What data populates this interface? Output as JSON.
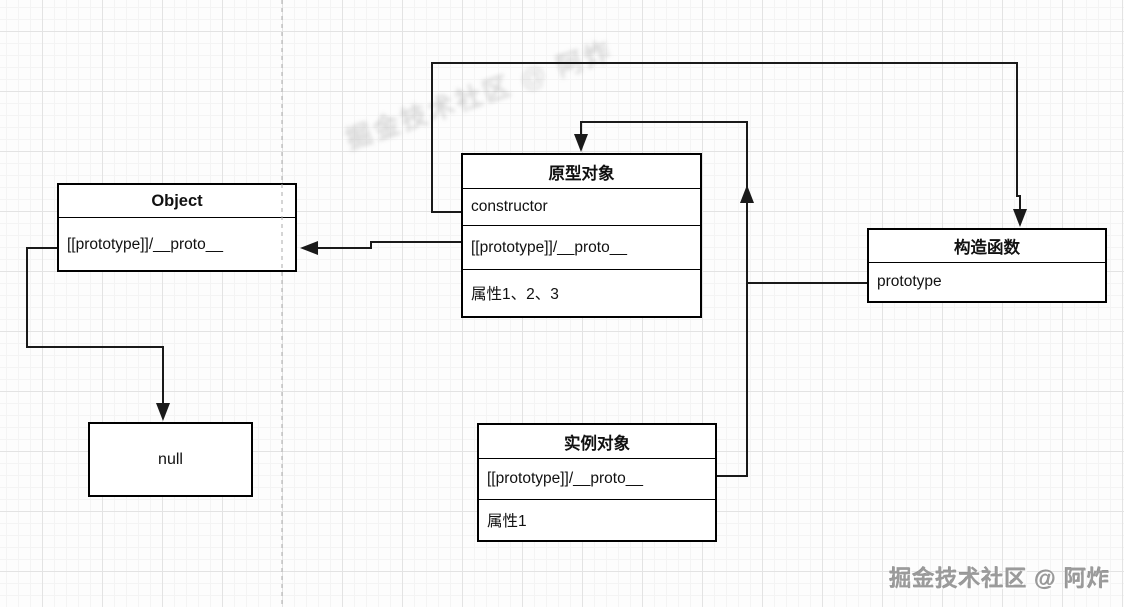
{
  "diagram": {
    "nodes": {
      "prototype_object": {
        "title": "原型对象",
        "rows": [
          "constructor",
          "[[prototype]]/__proto__",
          "属性1、2、3"
        ]
      },
      "constructor_function": {
        "title": "构造函数",
        "rows": [
          "prototype"
        ]
      },
      "instance_object": {
        "title": "实例对象",
        "rows": [
          "[[prototype]]/__proto__",
          "属性1"
        ]
      },
      "object": {
        "title": "Object",
        "rows": [
          "[[prototype]]/__proto__"
        ]
      },
      "null_box": {
        "label": "null"
      }
    },
    "colors": {
      "line": "#1a1a1a",
      "box_border": "#000000",
      "box_fill": "#ffffff",
      "grid_major": "#e3e3e3",
      "grid_minor": "#f4f4f4",
      "page_break_dash": "#ababab",
      "watermark_gray": "#9b9b9b"
    },
    "watermarks": {
      "corner": "掘金技术社区 @ 阿炸",
      "diagonal": "掘金技术社区 @ 阿炸"
    }
  }
}
